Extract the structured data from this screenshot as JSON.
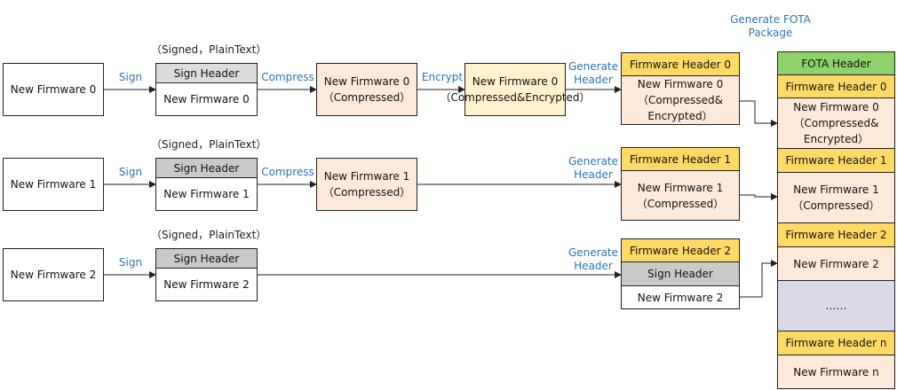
{
  "fota_title": "Generate FOTA Package",
  "step_labels": {
    "sign": "Sign",
    "compress": "Compress",
    "encrypt": "Encrypt",
    "generate_header": "Generate Header"
  },
  "signed_note": "（Signed，PlainText）",
  "rows": [
    {
      "input": "New Firmware 0",
      "sign_header": "Sign Header",
      "signed_body": "New Firmware 0",
      "compressed": "New Firmware 0（Compressed）",
      "encrypted": "New Firmware 0（Compressed&Encrypted）",
      "fw_header": "Firmware Header 0",
      "fw_body": "New Firmware 0（Compressed& Encrypted）"
    },
    {
      "input": "New Firmware 1",
      "sign_header": "Sign Header",
      "signed_body": "New Firmware 1",
      "compressed": "New Firmware 1（Compressed）",
      "fw_header": "Firmware Header 1",
      "fw_body": "New Firmware 1（Compressed）"
    },
    {
      "input": "New Firmware 2",
      "sign_header": "Sign Header",
      "signed_body": "New Firmware 2",
      "fw_header": "Firmware Header 2",
      "fw_sign_header": "Sign Header",
      "fw_body": "New Firmware 2"
    }
  ],
  "package": {
    "fota_header": "FOTA  Header",
    "items": [
      {
        "header": "Firmware Header 0",
        "body": "New Firmware 0（Compressed& Encrypted）"
      },
      {
        "header": "Firmware Header 1",
        "body": "New Firmware 1（Compressed）"
      },
      {
        "header": "Firmware Header 2",
        "body": "New Firmware 2"
      }
    ],
    "ellipsis": "……",
    "last_header": "Firmware Header n",
    "last_body": "New Firmware n"
  },
  "colors": {
    "line": "#222222",
    "label_blue": "#2a74b8",
    "sign_header_gray": "#c9c9c9",
    "sign_header_light_gray": "#dcdcdc",
    "firmware_header_yellow": "#ffd966",
    "fota_header_green": "#8fd16a",
    "compressed_peach": "#fde9d9",
    "encrypted_cream": "#fff2cc",
    "ellipsis_lavender": "#dcd8e7"
  }
}
